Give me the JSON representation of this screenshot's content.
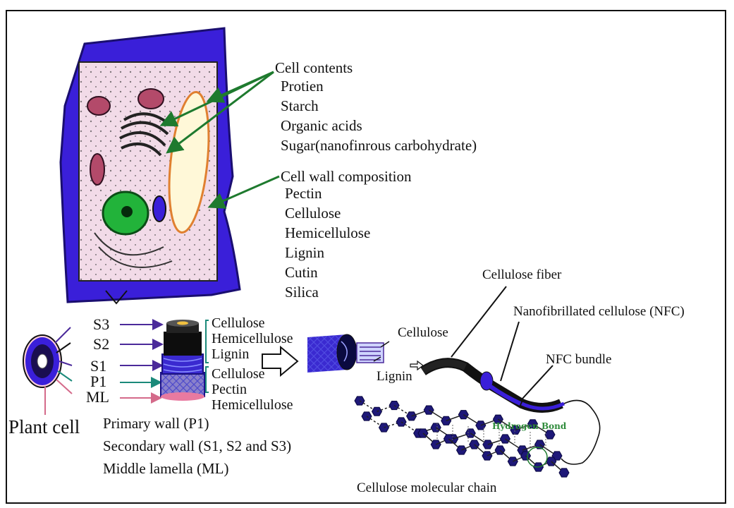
{
  "labels": {
    "cell_contents": "Cell contents",
    "contents_items": [
      "Protien",
      "Starch",
      "Organic acids",
      "Sugar(nanofinrous carbohydrate)"
    ],
    "cell_wall_composition": "Cell wall composition",
    "wall_items": [
      "Pectin",
      "Cellulose",
      "Hemicellulose",
      "Lignin",
      "Cutin",
      "Silica"
    ],
    "layers": [
      "S3",
      "S2",
      "S1",
      "P1",
      "ML"
    ],
    "secondary_components": [
      "Cellulose",
      "Hemicellulose",
      "Lignin"
    ],
    "primary_components": [
      "Cellulose",
      "Pectin",
      "Hemicellulose"
    ],
    "plant_cell": "Plant cell",
    "legend": [
      "Primary wall (P1)",
      "Secondary wall (S1, S2 and S3)",
      "Middle lamella (ML)"
    ],
    "fiber_cellulose": "Cellulose",
    "fiber_lignin": "Lignin",
    "cellulose_fiber": "Cellulose fiber",
    "nfc": "Nanofibrillated cellulose (NFC)",
    "nfc_bundle": "NFC bundle",
    "hydrogen_bond": "Hydrogen Bond",
    "molecular_chain": "Cellulose molecular chain"
  },
  "colors": {
    "wall": "#3a1fd9",
    "cytoplasm": "#f2dbe8",
    "nucleus": "#22b33a",
    "arrow_green": "#1e7a2e",
    "arrow_purple": "#4b2a9a",
    "arrow_teal": "#1b8a7a",
    "arrow_pink": "#d46a8a"
  }
}
